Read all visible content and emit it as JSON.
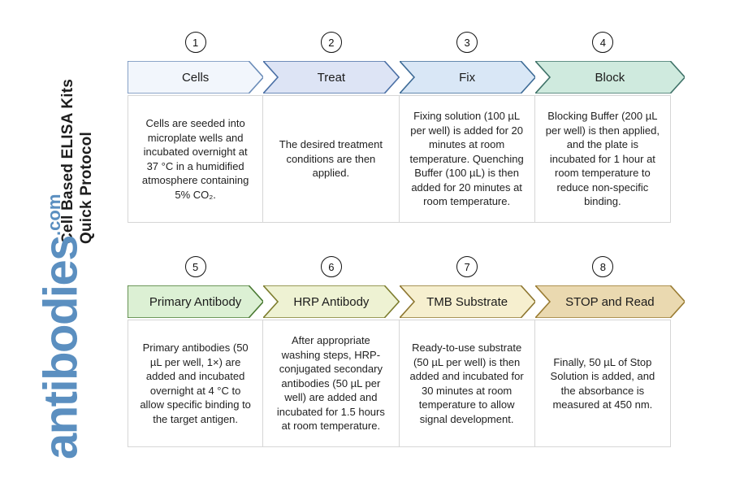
{
  "branding": {
    "title_line1": "Cell Based ELISA Kits",
    "title_line2": "Quick Protocol",
    "logo_text": "antibodies",
    "logo_suffix": ".com",
    "logo_color": "#5b8fc0"
  },
  "rows": [
    {
      "row_id": "row-1",
      "steps": [
        {
          "number": "1",
          "label": "Cells",
          "fill": "#f2f6fc",
          "border": "#6b8cb8",
          "description": "Cells are seeded into microplate wells and incubated overnight at 37 °C in a humidified atmosphere containing 5% CO₂."
        },
        {
          "number": "2",
          "label": "Treat",
          "fill": "#dde4f5",
          "border": "#4a6fa5",
          "description": "The desired treatment conditions are then applied."
        },
        {
          "number": "3",
          "label": "Fix",
          "fill": "#d9e7f6",
          "border": "#3d6b96",
          "description": "Fixing solution (100 µL per well) is added for 20 minutes at room temperature. Quenching Buffer (100 µL) is then added for 20 minutes at room temperature."
        },
        {
          "number": "4",
          "label": "Block",
          "fill": "#cfeade",
          "border": "#3f7268",
          "description": "Blocking Buffer (200 µL per well) is then applied, and the plate is incubated for 1 hour at room temperature to reduce non-specific binding."
        }
      ]
    },
    {
      "row_id": "row-2",
      "steps": [
        {
          "number": "5",
          "label": "Primary Antibody",
          "fill": "#dcf0d4",
          "border": "#4a7a33",
          "description": "Primary antibodies (50 µL per well, 1×) are added and incubated overnight at 4 °C to allow specific binding to the target antigen."
        },
        {
          "number": "6",
          "label": "HRP Antibody",
          "fill": "#eef2d3",
          "border": "#7d7d2e",
          "description": "After appropriate washing steps, HRP-conjugated secondary antibodies (50 µL per well) are added and incubated for 1.5 hours at room temperature."
        },
        {
          "number": "7",
          "label": "TMB Substrate",
          "fill": "#f6efcf",
          "border": "#8d7630",
          "description": "Ready-to-use substrate (50 µL per well) is then added and incubated for 30 minutes at room temperature to allow signal development."
        },
        {
          "number": "8",
          "label": "STOP and Read",
          "fill": "#ead9b0",
          "border": "#9a7c33",
          "description": "Finally, 50 µL of Stop Solution is added, and the absorbance is measured at 450 nm."
        }
      ]
    }
  ]
}
